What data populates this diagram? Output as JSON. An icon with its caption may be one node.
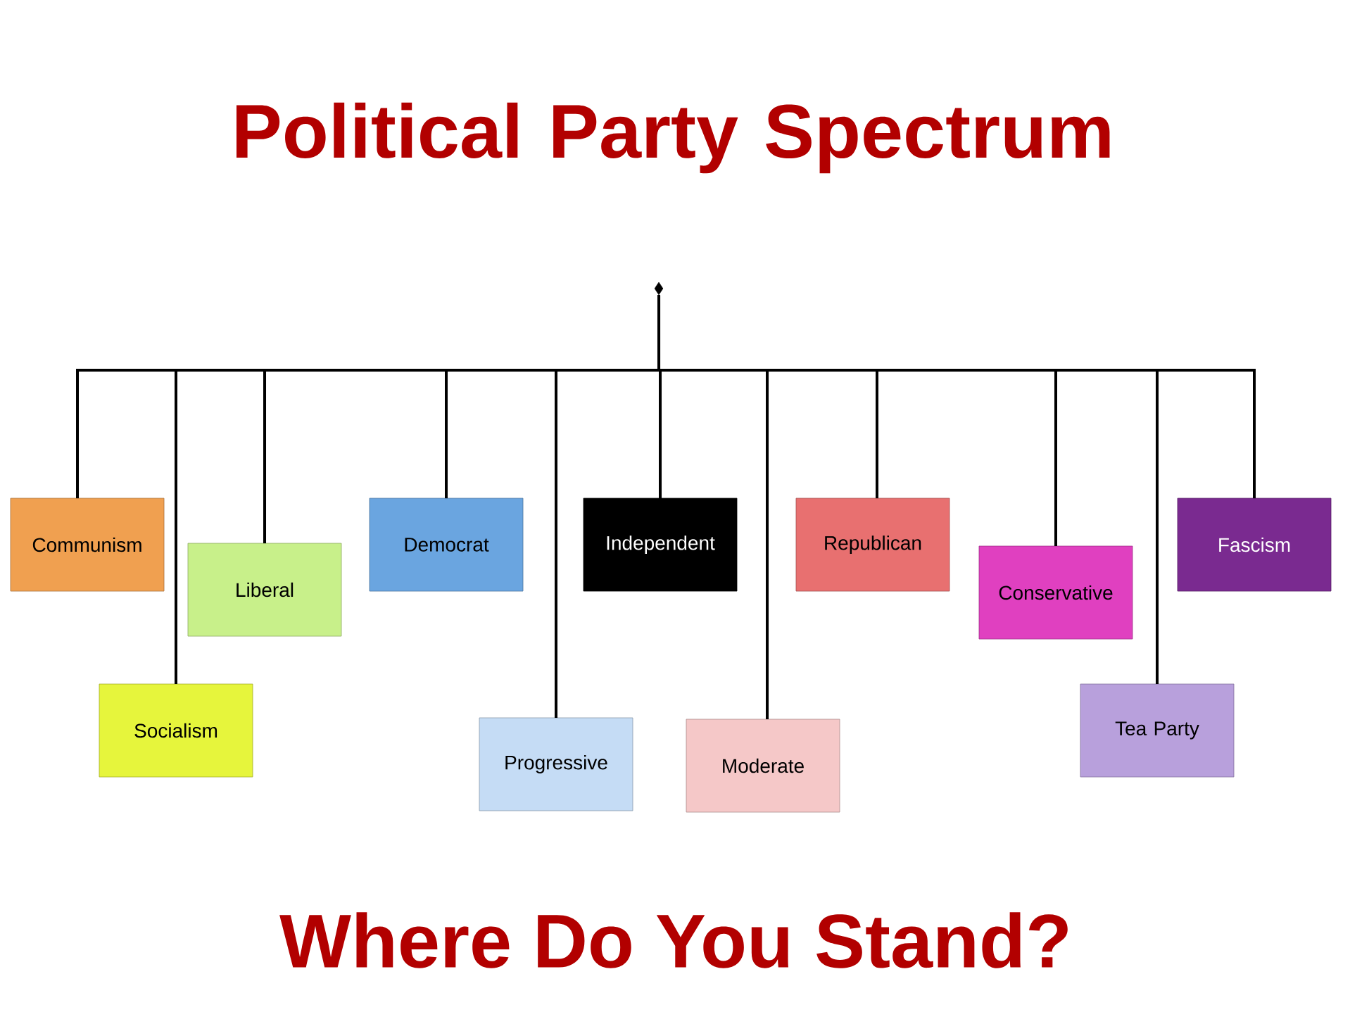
{
  "diagram": {
    "title": "Political Party Spectrum",
    "caption": "Where Do You Stand?",
    "nodes": [
      {
        "text": [],
        "shape": "diamond"
      },
      {
        "text": [
          "Communism"
        ]
      },
      {
        "text": [
          "Socialism"
        ]
      },
      {
        "text": [
          "Liberal"
        ]
      },
      {
        "text": [
          "Democrat"
        ]
      },
      {
        "text": [
          "Progressive"
        ]
      },
      {
        "text": [
          "Independent"
        ]
      },
      {
        "text": [
          "Moderate"
        ]
      },
      {
        "text": [
          "Republican"
        ]
      },
      {
        "text": [
          "Conservative"
        ]
      },
      {
        "text": [
          "Tea Party"
        ]
      },
      {
        "text": [
          "Fascism"
        ]
      }
    ],
    "edges": [
      {
        "from": 0,
        "to": 1,
        "arrow": "none"
      },
      {
        "from": 0,
        "to": 2,
        "arrow": "none"
      },
      {
        "from": 0,
        "to": 3,
        "arrow": "none"
      },
      {
        "from": 0,
        "to": 4,
        "arrow": "none"
      },
      {
        "from": 0,
        "to": 5,
        "arrow": "none"
      },
      {
        "from": 0,
        "to": 6,
        "arrow": "none"
      },
      {
        "from": 0,
        "to": 7,
        "arrow": "none"
      },
      {
        "from": 0,
        "to": 8,
        "arrow": "none"
      },
      {
        "from": 0,
        "to": 9,
        "arrow": "none"
      },
      {
        "from": 0,
        "to": 10,
        "arrow": "none"
      },
      {
        "from": 0,
        "to": 11,
        "arrow": "none"
      }
    ]
  }
}
